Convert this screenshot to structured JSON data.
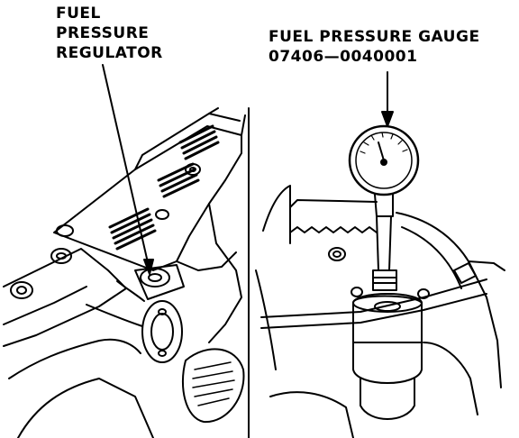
{
  "labels": {
    "regulator": [
      "FUEL",
      "PRESSURE",
      "REGULATOR"
    ],
    "gauge_title": "FUEL PRESSURE GAUGE",
    "gauge_part_number": "07406—0040001"
  },
  "colors": {
    "ink": "#000000",
    "paper": "#ffffff"
  }
}
